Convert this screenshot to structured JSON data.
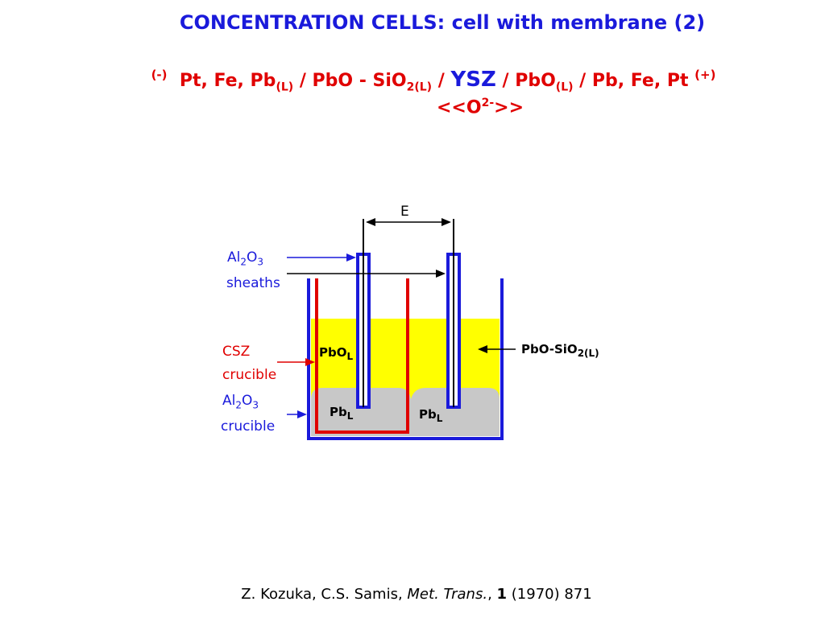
{
  "title": "CONCENTRATION CELLS: cell with membrane (2)",
  "cell_notation": {
    "neg": "(-)",
    "left": "Pt, Fe, Pb",
    "left_sub": "(L)",
    "mid1": " / PbO - SiO",
    "mid1_sub": "2(L)",
    "sep": " / ",
    "ysz": "YSZ",
    "mid2": " / PbO",
    "mid2_sub": "(L)",
    "right": " / Pb, Fe, Pt ",
    "pos": "(+)"
  },
  "ion": {
    "prefix": "<<O",
    "sup": "2-",
    "suffix": ">>"
  },
  "diagram": {
    "voltage": "E",
    "al2o3_sheaths": {
      "a": "Al",
      "a_sub": "2",
      "b": "O",
      "b_sub": "3",
      "line2": "sheaths"
    },
    "csz": {
      "line1": "CSZ",
      "line2": "crucible"
    },
    "al2o3_crucible": {
      "a": "Al",
      "a_sub": "2",
      "b": "O",
      "b_sub": "3",
      "line2": "crucible"
    },
    "pbo_left": {
      "text": "PbO",
      "sub": "L"
    },
    "pb_left": {
      "text": "Pb",
      "sub": "L"
    },
    "pb_right": {
      "text": "Pb",
      "sub": "L"
    },
    "pbo_sio2": {
      "text": "PbO-SiO",
      "sub": "2(L)"
    },
    "colors": {
      "yellow": "#ffff00",
      "gray": "#c8c8c8",
      "blue": "#1a1adb",
      "red": "#e00000"
    }
  },
  "reference": {
    "authors": "Z. Kozuka, C.S. Samis, ",
    "journal": "Met. Trans.",
    "comma": ", ",
    "volume": "1",
    "rest": " (1970) 871"
  }
}
